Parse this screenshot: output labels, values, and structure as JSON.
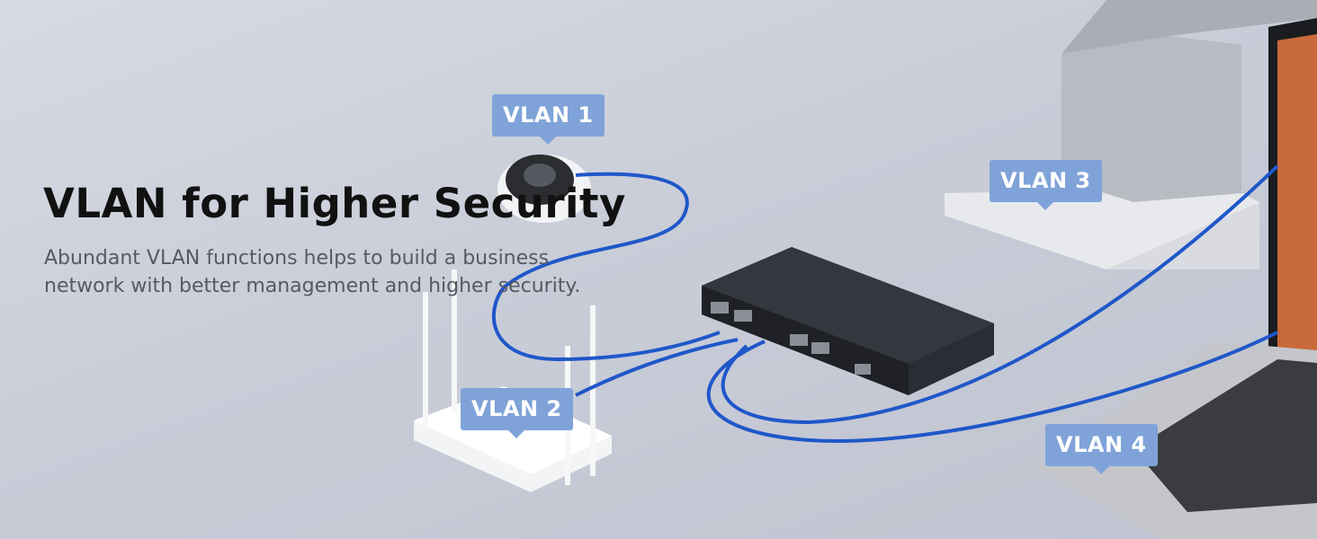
{
  "hero": {
    "title": "VLAN for Higher Security",
    "subtitle_line1": "Abundant VLAN functions helps to build a business",
    "subtitle_line2": "network with better management and higher security."
  },
  "tags": [
    {
      "label": "VLAN 1"
    },
    {
      "label": "VLAN 2"
    },
    {
      "label": "VLAN 3"
    },
    {
      "label": "VLAN 4"
    }
  ],
  "colors": {
    "tag_fill": "#7fa3d8",
    "cable": "#1f57c9",
    "switch_body": "#2a2d33",
    "background": "#c9cdd8"
  },
  "icons": [
    "security-camera-icon",
    "router-icon",
    "network-switch-icon",
    "desktop-monitor-icon",
    "laptop-icon"
  ]
}
